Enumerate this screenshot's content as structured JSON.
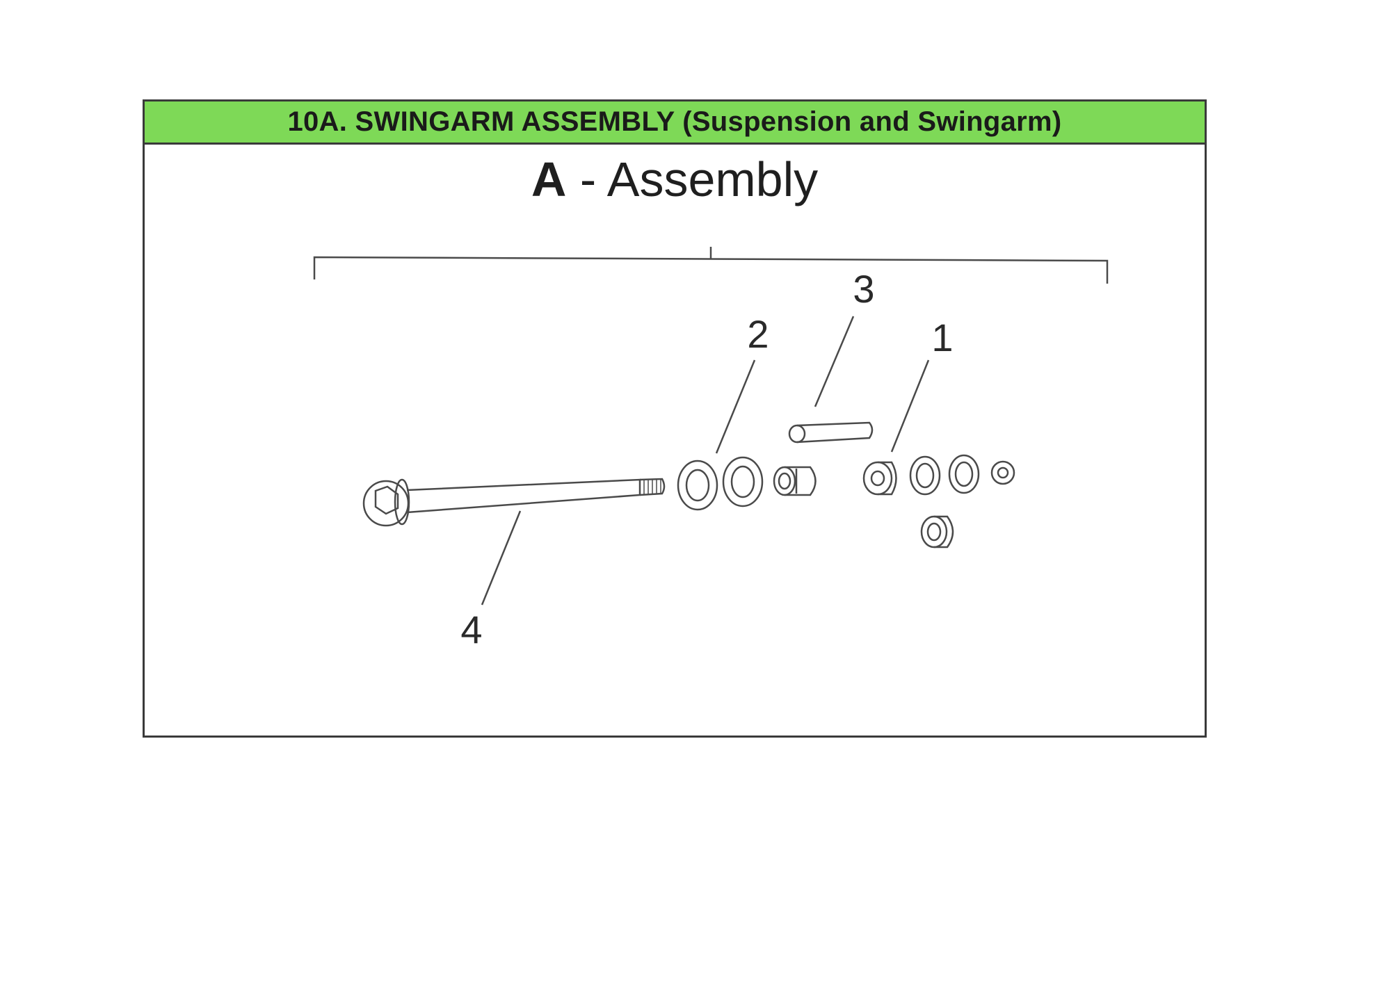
{
  "header": {
    "title": "10A. SWINGARM ASSEMBLY (Suspension and Swingarm)"
  },
  "subtitle": {
    "letter": "A",
    "separator": " - ",
    "text": "Assembly"
  },
  "callouts": [
    "1",
    "2",
    "3",
    "4"
  ],
  "colors": {
    "header_green": "#7ed957",
    "line": "#3a3a3a"
  }
}
